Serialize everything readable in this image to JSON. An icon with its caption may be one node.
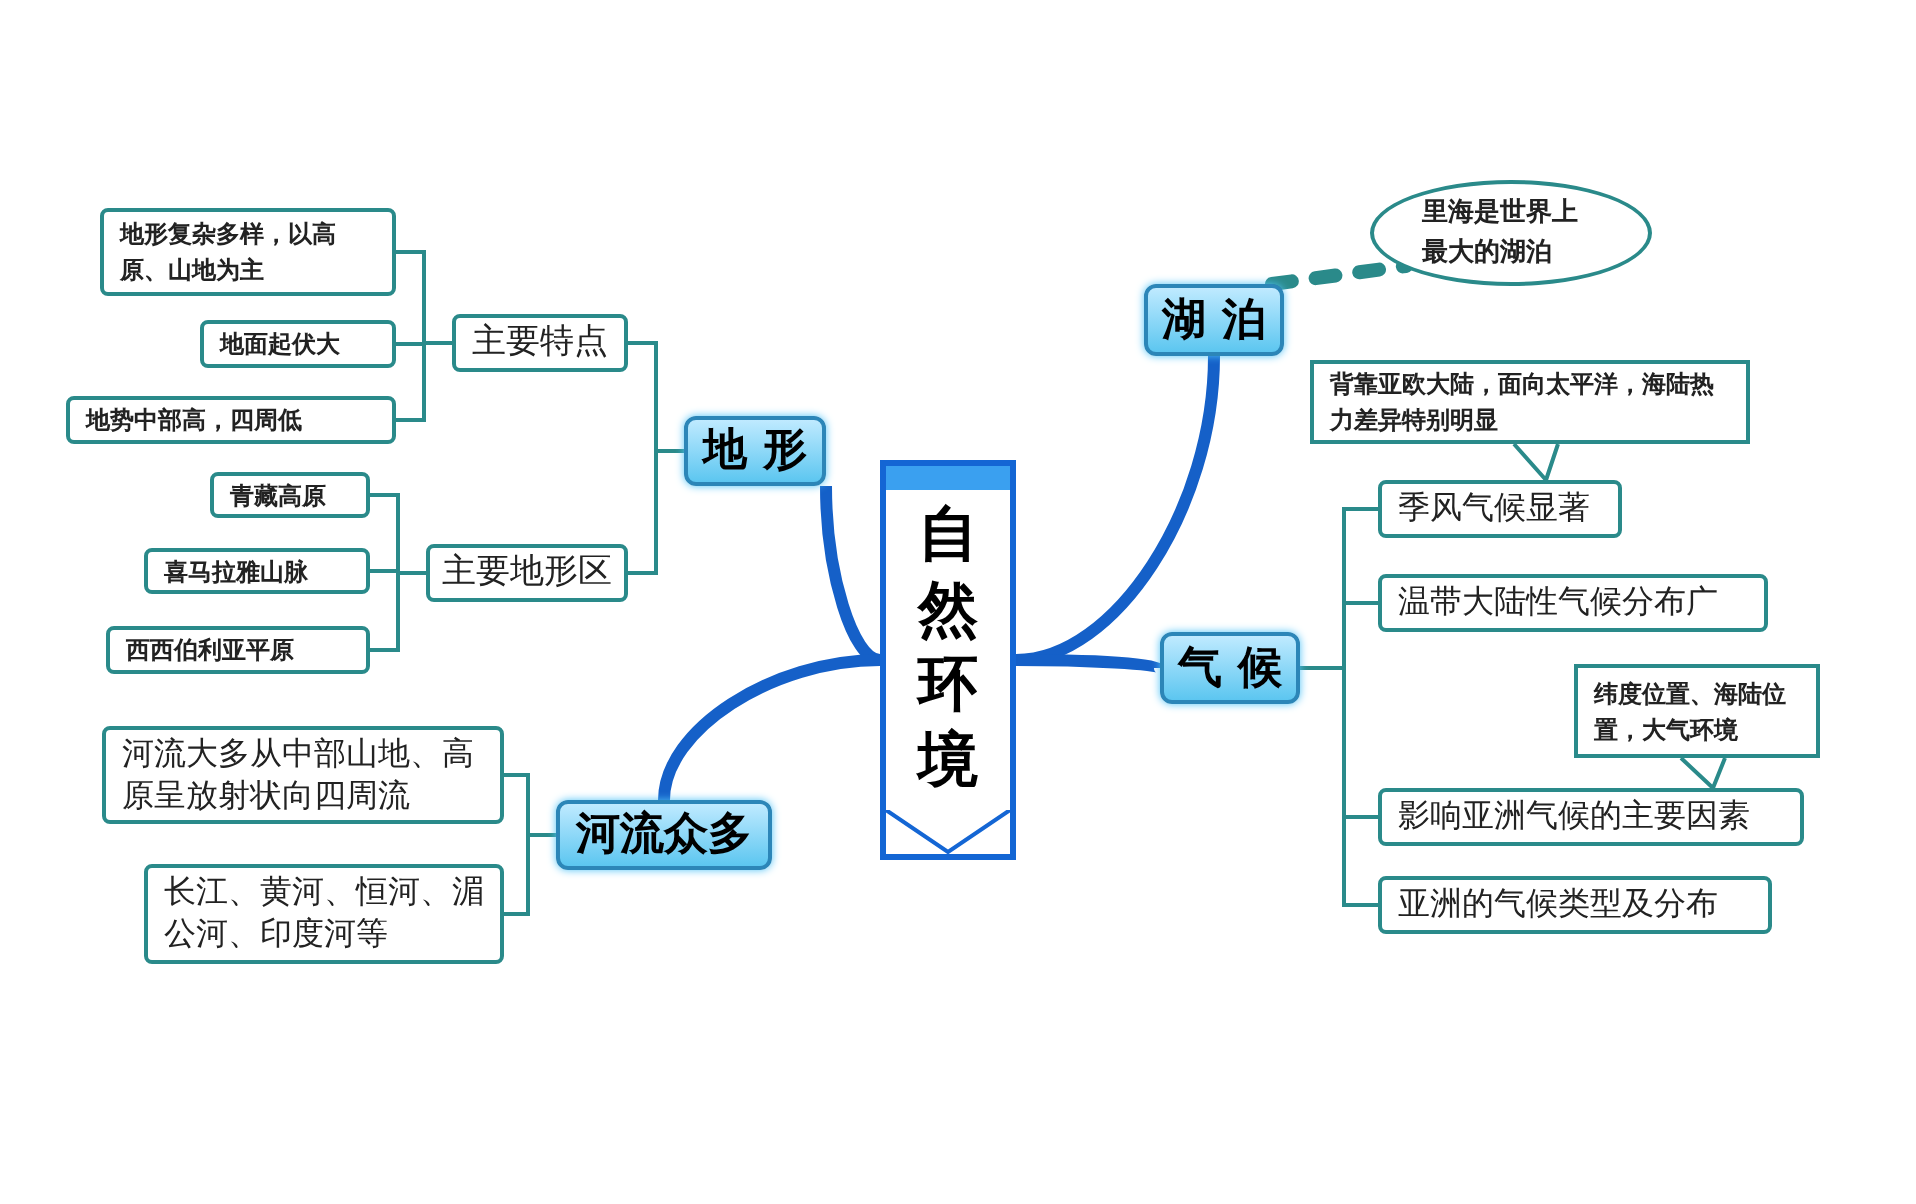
{
  "diagram": {
    "nodes": [
      {
        "text": [
          "自然环境"
        ]
      },
      {
        "text": [
          "地 形"
        ]
      },
      {
        "text": [
          "主要特点"
        ]
      },
      {
        "text": [
          "主要地形区"
        ]
      },
      {
        "text": [
          "地形复杂多样，以高原、山地为主"
        ]
      },
      {
        "text": [
          "地面起伏大"
        ]
      },
      {
        "text": [
          "地势中部高，四周低"
        ]
      },
      {
        "text": [
          "青藏高原"
        ]
      },
      {
        "text": [
          "喜马拉雅山脉"
        ]
      },
      {
        "text": [
          "西西伯利亚平原"
        ]
      },
      {
        "text": [
          "河流众多"
        ]
      },
      {
        "text": [
          "河流大多从中部山地、高原呈放射状向四周流"
        ]
      },
      {
        "text": [
          "长江、黄河、恒河、湄公河、印度河等"
        ]
      },
      {
        "text": [
          "湖 泊"
        ]
      },
      {
        "text": [
          "里海是世界上最大的湖泊"
        ]
      },
      {
        "text": [
          "气 候"
        ]
      },
      {
        "text": [
          "季风气候显著"
        ]
      },
      {
        "text": [
          "背靠亚欧大陆，面向太平洋，海陆热力差异特别明显"
        ]
      },
      {
        "text": [
          "温带大陆性气候分布广"
        ]
      },
      {
        "text": [
          "影响亚洲气候的主要因素"
        ]
      },
      {
        "text": [
          "纬度位置、海陆位置，大气环境"
        ]
      },
      {
        "text": [
          "亚洲的气候类型及分布"
        ]
      }
    ],
    "edges": [
      {
        "from": 0,
        "to": 1,
        "arrow": "none",
        "style": "thick",
        "color": "#1560c8"
      },
      {
        "from": 0,
        "to": 10,
        "arrow": "none",
        "style": "thick",
        "color": "#1560c8"
      },
      {
        "from": 0,
        "to": 13,
        "arrow": "none",
        "style": "thick",
        "color": "#1560c8"
      },
      {
        "from": 0,
        "to": 15,
        "arrow": "none",
        "style": "thick",
        "color": "#1560c8"
      },
      {
        "from": 1,
        "to": 2,
        "arrow": "none"
      },
      {
        "from": 1,
        "to": 3,
        "arrow": "none"
      },
      {
        "from": 2,
        "to": 4,
        "arrow": "none"
      },
      {
        "from": 2,
        "to": 5,
        "arrow": "none"
      },
      {
        "from": 2,
        "to": 6,
        "arrow": "none"
      },
      {
        "from": 3,
        "to": 7,
        "arrow": "none"
      },
      {
        "from": 3,
        "to": 8,
        "arrow": "none"
      },
      {
        "from": 3,
        "to": 9,
        "arrow": "none"
      },
      {
        "from": 10,
        "to": 11,
        "arrow": "none"
      },
      {
        "from": 10,
        "to": 12,
        "arrow": "none"
      },
      {
        "from": 13,
        "to": 14,
        "arrow": "none",
        "style": "dashed"
      },
      {
        "from": 15,
        "to": 16,
        "arrow": "none"
      },
      {
        "from": 15,
        "to": 18,
        "arrow": "none"
      },
      {
        "from": 15,
        "to": 19,
        "arrow": "none"
      },
      {
        "from": 15,
        "to": 21,
        "arrow": "none"
      },
      {
        "from": 17,
        "to": 16,
        "arrow": "none"
      },
      {
        "from": 20,
        "to": 19,
        "arrow": "none"
      }
    ]
  }
}
